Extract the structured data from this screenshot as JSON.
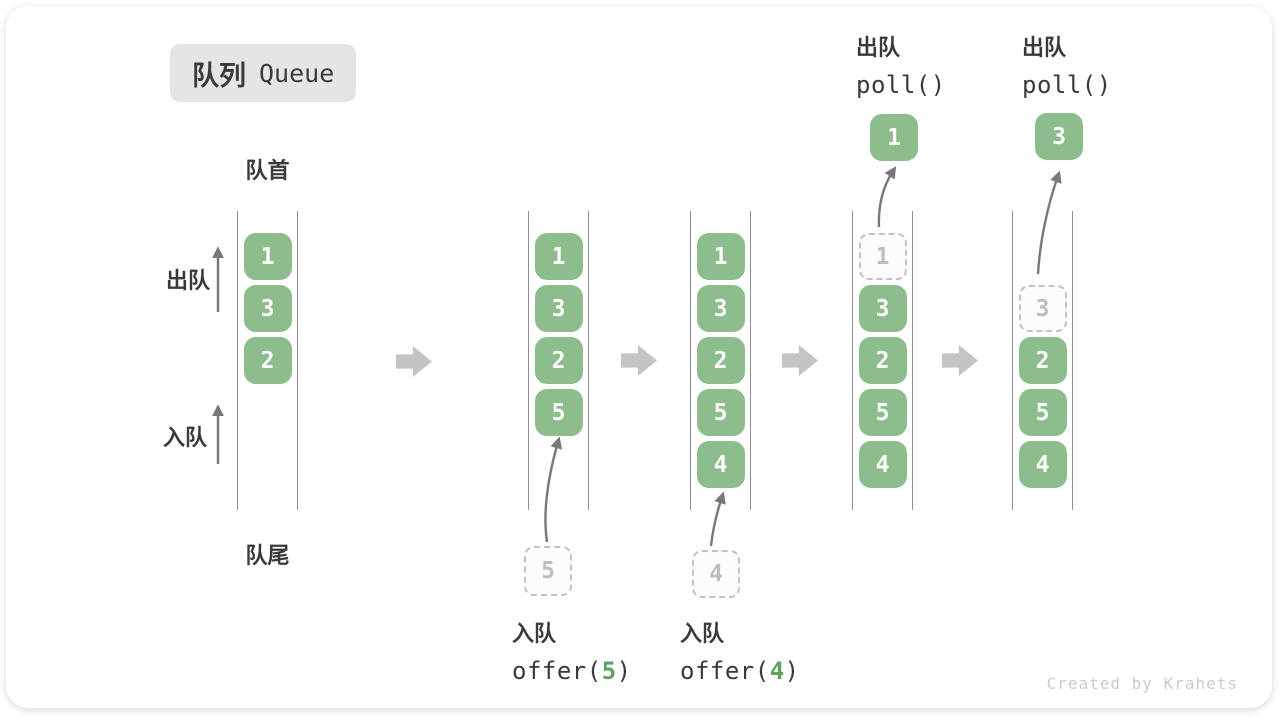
{
  "title": {
    "zh": "队列",
    "en": "Queue"
  },
  "labels": {
    "front": "队首",
    "rear": "队尾",
    "dequeue": "出队",
    "enqueue": "入队"
  },
  "states": [
    {
      "boxes": [
        "1",
        "3",
        "2"
      ]
    },
    {
      "boxes": [
        "1",
        "3",
        "2",
        "5"
      ],
      "incoming": "5"
    },
    {
      "boxes": [
        "1",
        "3",
        "2",
        "5",
        "4"
      ],
      "incoming": "4"
    },
    {
      "removed": "1",
      "boxes": [
        "3",
        "2",
        "5",
        "4"
      ],
      "polled": "1"
    },
    {
      "removed": "3",
      "boxes": [
        "2",
        "5",
        "4"
      ],
      "polled": "3"
    }
  ],
  "operations": {
    "enqueue5": {
      "label": "入队",
      "fn": "offer(",
      "arg": "5",
      "close": ")"
    },
    "enqueue4": {
      "label": "入队",
      "fn": "offer(",
      "arg": "4",
      "close": ")"
    },
    "poll1": {
      "label": "出队",
      "code": "poll()"
    },
    "poll2": {
      "label": "出队",
      "code": "poll()"
    }
  },
  "watermark": "Created by Krahets",
  "colors": {
    "item_green": "#8dbc8d",
    "arg_green": "#5fa25f",
    "transition_arrow_gray": "#c4c4c4",
    "thin_arrow_gray": "#787878",
    "text_dark": "#3a3a3a",
    "muted_gray": "#bdbdbd"
  },
  "icons": {
    "transition": "right-block-arrow",
    "flow": "up-arrow"
  }
}
